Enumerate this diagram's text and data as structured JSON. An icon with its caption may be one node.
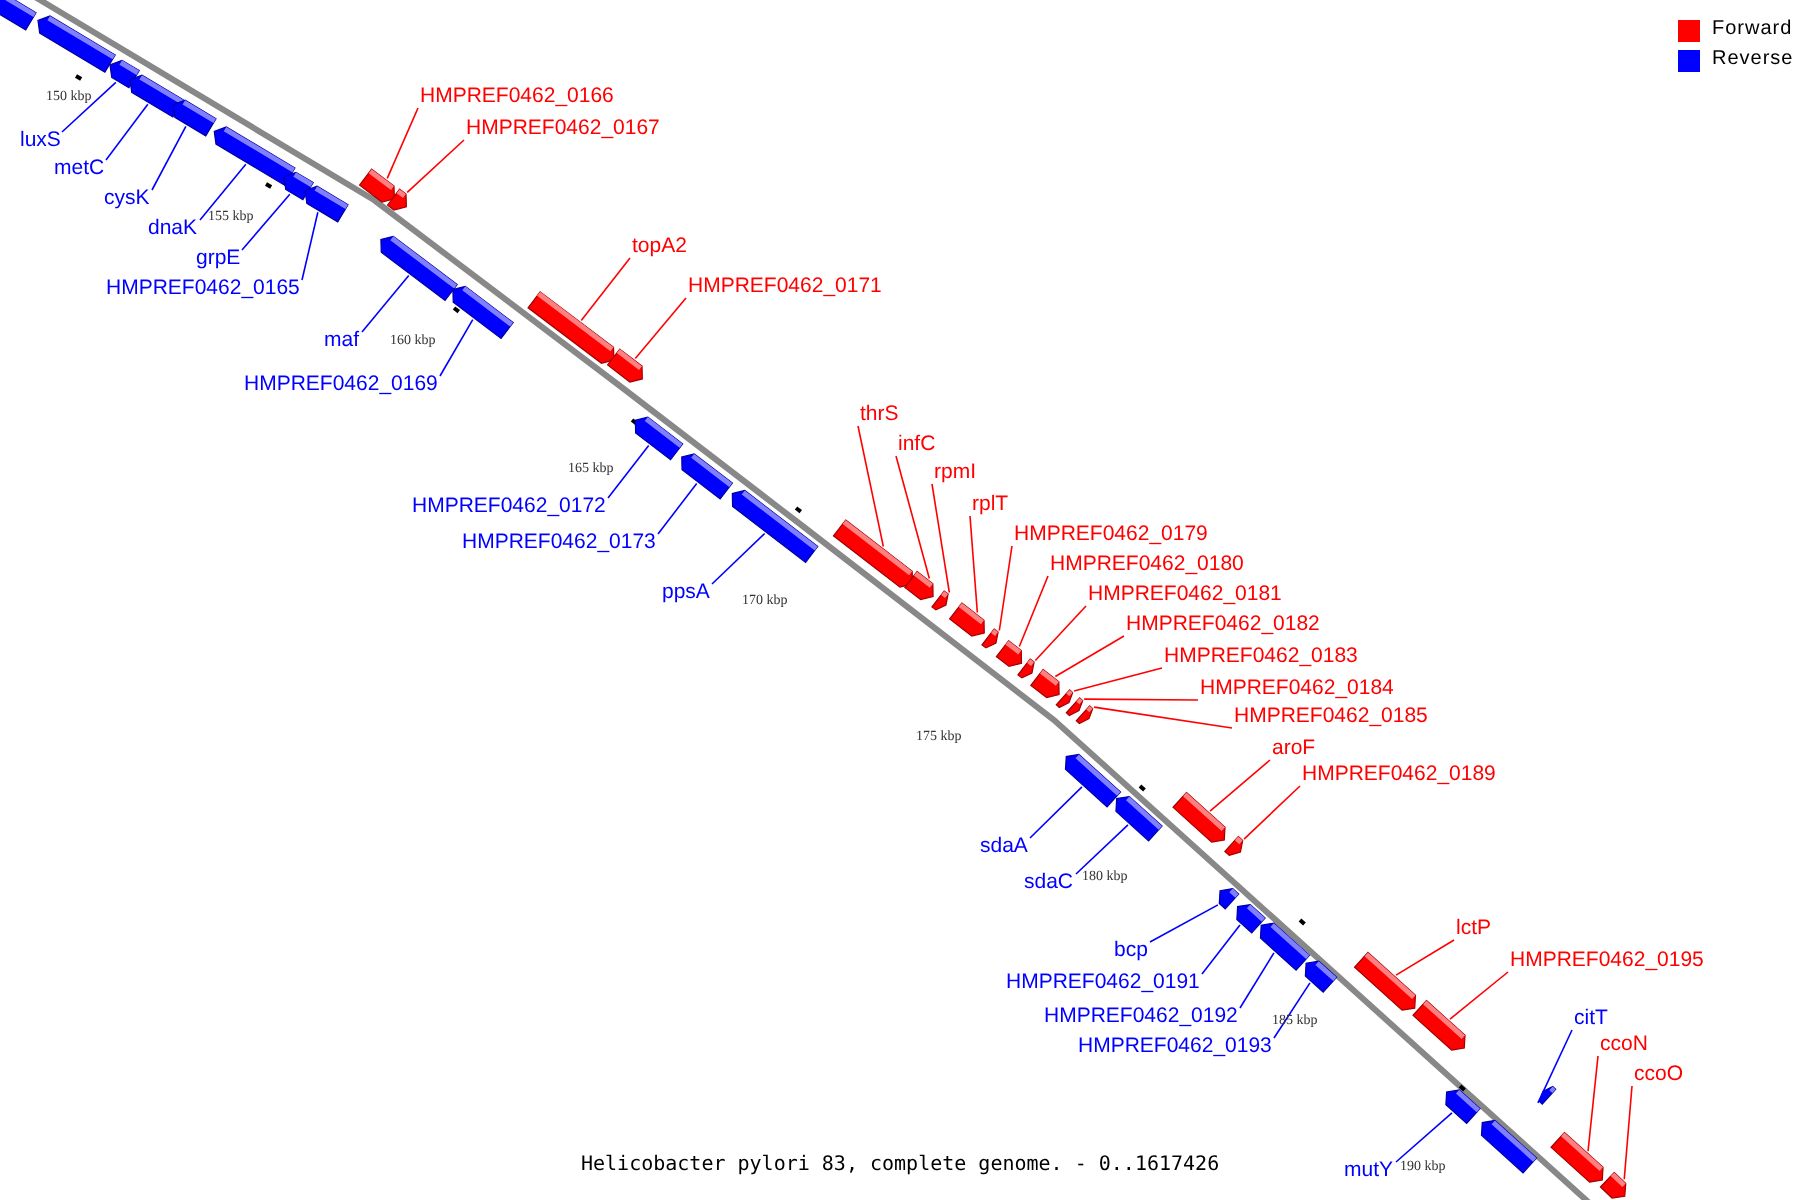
{
  "diagram": {
    "caption": "Helicobacter pylori 83, complete genome. - 0..1617426",
    "nodes": [
      {
        "text": [],
        "shape": "bar"
      },
      {
        "text": [],
        "shape": "bar"
      },
      {
        "text": [
          "luxS"
        ]
      },
      {
        "text": [],
        "shape": "bar"
      },
      {
        "text": [
          "metC"
        ]
      },
      {
        "text": [],
        "shape": "bar"
      },
      {
        "text": [
          "cysK"
        ]
      },
      {
        "text": [],
        "shape": "bar"
      },
      {
        "text": [
          "dnaK"
        ]
      },
      {
        "text": [],
        "shape": "bar"
      },
      {
        "text": [
          "grpE"
        ]
      },
      {
        "text": [],
        "shape": "bar"
      },
      {
        "text": [
          "HMPREF0462_0165"
        ]
      },
      {
        "text": [],
        "shape": "bar"
      },
      {
        "text": [
          "HMPREF0462_0166"
        ]
      },
      {
        "text": [],
        "shape": "bar"
      },
      {
        "text": [
          "HMPREF0462_0167"
        ]
      },
      {
        "text": [],
        "shape": "bar"
      },
      {
        "text": [
          "maf"
        ]
      },
      {
        "text": [],
        "shape": "bar"
      },
      {
        "text": [
          "HMPREF0462_0169"
        ]
      },
      {
        "text": [],
        "shape": "bar"
      },
      {
        "text": [
          "topA2"
        ]
      },
      {
        "text": [],
        "shape": "bar"
      },
      {
        "text": [
          "HMPREF0462_0171"
        ]
      },
      {
        "text": [],
        "shape": "bar"
      },
      {
        "text": [
          "HMPREF0462_0172"
        ]
      },
      {
        "text": [],
        "shape": "bar"
      },
      {
        "text": [
          "HMPREF0462_0173"
        ]
      },
      {
        "text": [],
        "shape": "bar"
      },
      {
        "text": [
          "ppsA"
        ]
      },
      {
        "text": [],
        "shape": "bar"
      },
      {
        "text": [
          "thrS"
        ]
      },
      {
        "text": [],
        "shape": "bar"
      },
      {
        "text": [
          "infC"
        ]
      },
      {
        "text": [],
        "shape": "bar"
      },
      {
        "text": [
          "rpmI"
        ]
      },
      {
        "text": [],
        "shape": "bar"
      },
      {
        "text": [
          "rplT"
        ]
      },
      {
        "text": [],
        "shape": "bar"
      },
      {
        "text": [
          "HMPREF0462_0179"
        ]
      },
      {
        "text": [],
        "shape": "bar"
      },
      {
        "text": [
          "HMPREF0462_0180"
        ]
      },
      {
        "text": [],
        "shape": "bar"
      },
      {
        "text": [
          "HMPREF0462_0181"
        ]
      },
      {
        "text": [],
        "shape": "bar"
      },
      {
        "text": [
          "HMPREF0462_0182"
        ]
      },
      {
        "text": [],
        "shape": "bar"
      },
      {
        "text": [
          "HMPREF0462_0183"
        ]
      },
      {
        "text": [],
        "shape": "bar"
      },
      {
        "text": [
          "HMPREF0462_0184"
        ]
      },
      {
        "text": [],
        "shape": "bar"
      },
      {
        "text": [
          "HMPREF0462_0185"
        ]
      },
      {
        "text": [],
        "shape": "bar"
      },
      {
        "text": [
          "sdaA"
        ]
      },
      {
        "text": [],
        "shape": "bar"
      },
      {
        "text": [
          "sdaC"
        ]
      },
      {
        "text": [],
        "shape": "bar"
      },
      {
        "text": [
          "aroF"
        ]
      },
      {
        "text": [],
        "shape": "bar"
      },
      {
        "text": [
          "HMPREF0462_0189"
        ]
      },
      {
        "text": [],
        "shape": "bar"
      },
      {
        "text": [
          "bcp"
        ]
      },
      {
        "text": [],
        "shape": "bar"
      },
      {
        "text": [
          "HMPREF0462_0191"
        ]
      },
      {
        "text": [],
        "shape": "bar"
      },
      {
        "text": [
          "HMPREF0462_0192"
        ]
      },
      {
        "text": [],
        "shape": "bar"
      },
      {
        "text": [
          "HMPREF0462_0193"
        ]
      },
      {
        "text": [],
        "shape": "bar"
      },
      {
        "text": [
          "lctP"
        ]
      },
      {
        "text": [],
        "shape": "bar"
      },
      {
        "text": [
          "HMPREF0462_0195"
        ]
      },
      {
        "text": [],
        "shape": "bar"
      },
      {
        "text": [
          "citT"
        ]
      },
      {
        "text": [],
        "shape": "bar"
      },
      {
        "text": [
          "mutY"
        ]
      },
      {
        "text": [],
        "shape": "bar"
      },
      {
        "text": [],
        "shape": "bar"
      },
      {
        "text": [
          "ccoN"
        ]
      },
      {
        "text": [],
        "shape": "bar"
      },
      {
        "text": [
          "ccoO"
        ]
      },
      {
        "text": [],
        "shape": "bar"
      }
    ],
    "edges": [
      {
        "from": 2,
        "to": 3,
        "arrow": "none",
        "color": "#0000ff"
      },
      {
        "from": 4,
        "to": 5,
        "arrow": "none",
        "color": "#0000ff"
      },
      {
        "from": 6,
        "to": 7,
        "arrow": "none",
        "color": "#0000ff"
      },
      {
        "from": 8,
        "to": 9,
        "arrow": "none",
        "color": "#0000ff"
      },
      {
        "from": 10,
        "to": 11,
        "arrow": "none",
        "color": "#0000ff"
      },
      {
        "from": 12,
        "to": 13,
        "arrow": "none",
        "color": "#0000ff"
      },
      {
        "from": 14,
        "to": 15,
        "arrow": "none"
      },
      {
        "from": 16,
        "to": 17,
        "arrow": "none"
      },
      {
        "from": 18,
        "to": 19,
        "arrow": "none",
        "color": "#0000ff"
      },
      {
        "from": 20,
        "to": 21,
        "arrow": "none",
        "color": "#0000ff"
      },
      {
        "from": 22,
        "to": 23,
        "arrow": "none"
      },
      {
        "from": 24,
        "to": 25,
        "arrow": "none"
      },
      {
        "from": 26,
        "to": 27,
        "arrow": "none",
        "color": "#0000ff"
      },
      {
        "from": 28,
        "to": 29,
        "arrow": "none",
        "color": "#0000ff"
      },
      {
        "from": 30,
        "to": 31,
        "arrow": "none",
        "color": "#0000ff"
      },
      {
        "from": 32,
        "to": 33,
        "arrow": "none"
      },
      {
        "from": 34,
        "to": 35,
        "arrow": "none"
      },
      {
        "from": 36,
        "to": 37,
        "arrow": "none"
      },
      {
        "from": 38,
        "to": 39,
        "arrow": "none"
      },
      {
        "from": 40,
        "to": 41,
        "arrow": "none"
      },
      {
        "from": 42,
        "to": 43,
        "arrow": "none"
      },
      {
        "from": 44,
        "to": 45,
        "arrow": "none"
      },
      {
        "from": 46,
        "to": 47,
        "arrow": "none"
      },
      {
        "from": 48,
        "to": 49,
        "arrow": "none"
      },
      {
        "from": 50,
        "to": 51,
        "arrow": "none"
      },
      {
        "from": 52,
        "to": 53,
        "arrow": "none"
      },
      {
        "from": 54,
        "to": 55,
        "arrow": "none",
        "color": "#0000ff"
      },
      {
        "from": 56,
        "to": 57,
        "arrow": "none",
        "color": "#0000ff"
      },
      {
        "from": 58,
        "to": 59,
        "arrow": "none"
      },
      {
        "from": 60,
        "to": 61,
        "arrow": "none"
      },
      {
        "from": 62,
        "to": 63,
        "arrow": "none",
        "color": "#0000ff"
      },
      {
        "from": 64,
        "to": 65,
        "arrow": "none",
        "color": "#0000ff"
      },
      {
        "from": 66,
        "to": 67,
        "arrow": "none",
        "color": "#0000ff"
      },
      {
        "from": 68,
        "to": 69,
        "arrow": "none",
        "color": "#0000ff"
      },
      {
        "from": 70,
        "to": 71,
        "arrow": "none"
      },
      {
        "from": 72,
        "to": 73,
        "arrow": "none"
      },
      {
        "from": 74,
        "to": 75,
        "arrow": "none",
        "color": "#0000ff"
      },
      {
        "from": 76,
        "to": 77,
        "arrow": "none",
        "color": "#0000ff"
      },
      {
        "from": 79,
        "to": 80,
        "arrow": "none"
      },
      {
        "from": 81,
        "to": 82,
        "arrow": "none"
      }
    ],
    "labels": [
      "150 kbp",
      "155 kbp",
      "160 kbp",
      "165 kbp",
      "170 kbp",
      "175 kbp",
      "180 kbp",
      "185 kbp",
      "190 kbp"
    ],
    "legend": [
      {
        "text": "Forward",
        "color": "#ff0000"
      },
      {
        "text": "Reverse",
        "color": "#0000ff"
      }
    ]
  }
}
